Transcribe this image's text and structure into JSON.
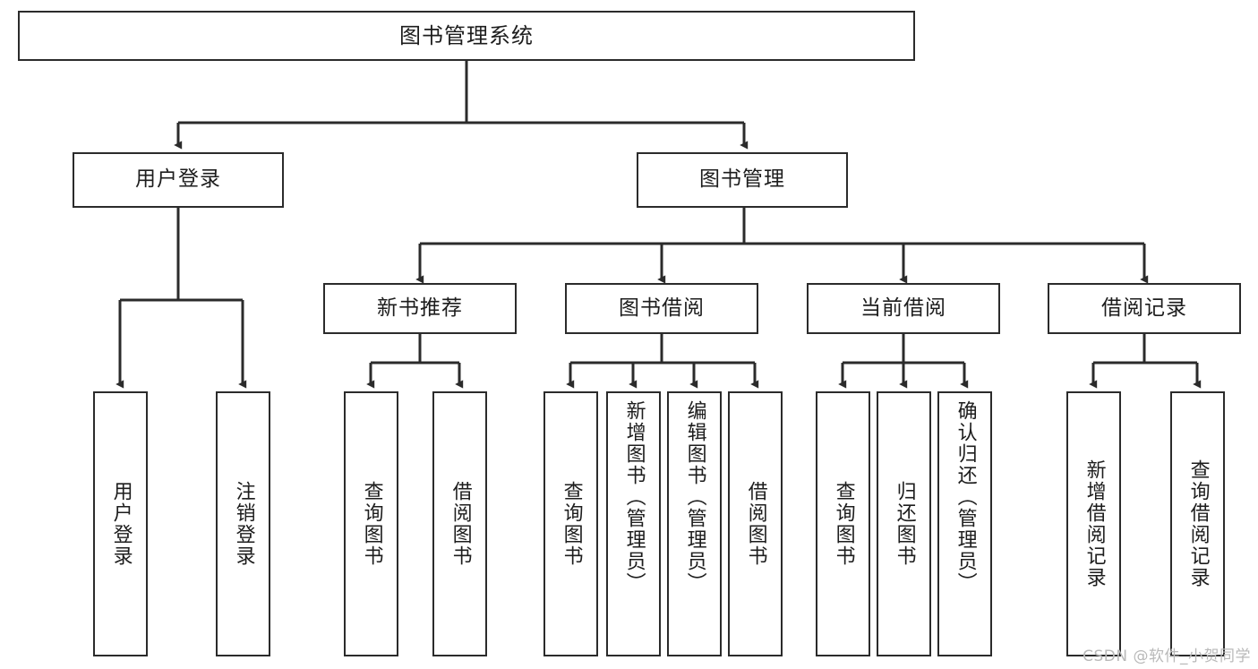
{
  "diagram": {
    "type": "tree-hierarchy-chart",
    "title": "图书管理系统",
    "stroke_color": "#2b2b2b",
    "text_color": "#1d1d1d",
    "background": "#ffffff",
    "watermark": "CSDN @软件_小贺同学"
  },
  "root": {
    "label": "图书管理系统"
  },
  "level2": [
    {
      "id": "user-login",
      "label": "用户登录"
    },
    {
      "id": "book-manage",
      "label": "图书管理"
    }
  ],
  "level3": [
    {
      "id": "new-book-recommend",
      "label": "新书推荐",
      "parent": "book-manage"
    },
    {
      "id": "book-borrow",
      "label": "图书借阅",
      "parent": "book-manage"
    },
    {
      "id": "current-borrow",
      "label": "当前借阅",
      "parent": "book-manage"
    },
    {
      "id": "borrow-record",
      "label": "借阅记录",
      "parent": "book-manage"
    }
  ],
  "leaves": {
    "user_login": [
      {
        "id": "leaf-user-login",
        "label": "用户登录"
      },
      {
        "id": "leaf-logout-login",
        "label": "注销登录"
      }
    ],
    "new_book_recommend": [
      {
        "id": "leaf-query-book-1",
        "label": "查询图书"
      },
      {
        "id": "leaf-borrow-book-1",
        "label": "借阅图书"
      }
    ],
    "book_borrow": [
      {
        "id": "leaf-query-book-2",
        "label": "查询图书"
      },
      {
        "id": "leaf-add-book",
        "label": "新增图书（管理员）"
      },
      {
        "id": "leaf-edit-book",
        "label": "编辑图书（管理员）"
      },
      {
        "id": "leaf-borrow-book-2",
        "label": "借阅图书"
      }
    ],
    "current_borrow": [
      {
        "id": "leaf-query-book-3",
        "label": "查询图书"
      },
      {
        "id": "leaf-return-book",
        "label": "归还图书"
      },
      {
        "id": "leaf-confirm-return",
        "label": "确认归还（管理员）"
      }
    ],
    "borrow_record": [
      {
        "id": "leaf-add-record",
        "label": "新增借阅记录"
      },
      {
        "id": "leaf-query-record",
        "label": "查询借阅记录"
      }
    ]
  }
}
